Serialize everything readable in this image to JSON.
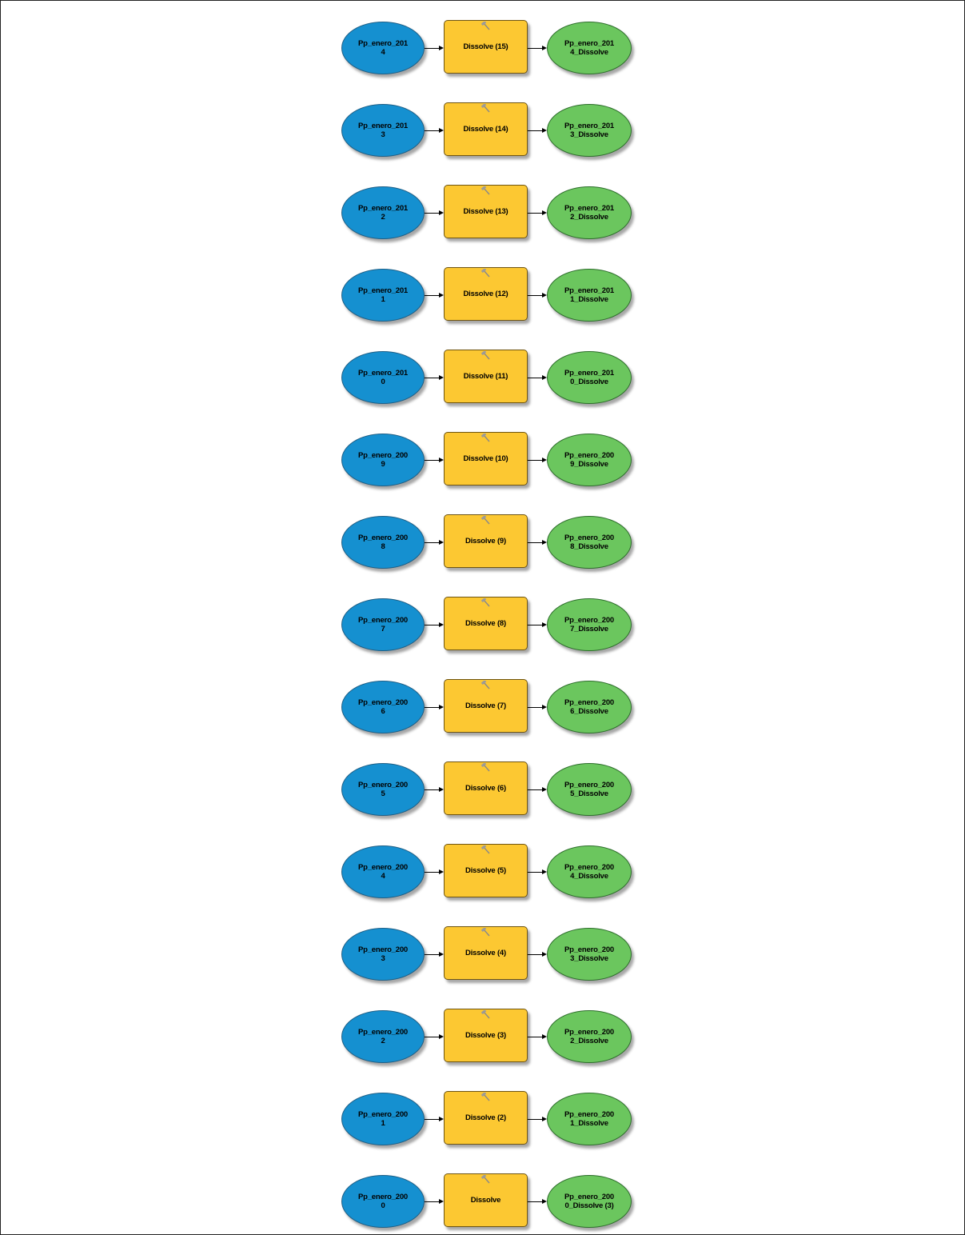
{
  "colors": {
    "input_fill": "#1590d0",
    "tool_fill": "#fcc832",
    "output_fill": "#6bc65e"
  },
  "icons": {
    "tool_icon": "hammer-icon"
  },
  "rows": [
    {
      "input": "Pp_enero_201\n4",
      "tool": "Dissolve (15)",
      "output": "Pp_enero_201\n4_Dissolve"
    },
    {
      "input": "Pp_enero_201\n3",
      "tool": "Dissolve (14)",
      "output": "Pp_enero_201\n3_Dissolve"
    },
    {
      "input": "Pp_enero_201\n2",
      "tool": "Dissolve (13)",
      "output": "Pp_enero_201\n2_Dissolve"
    },
    {
      "input": "Pp_enero_201\n1",
      "tool": "Dissolve (12)",
      "output": "Pp_enero_201\n1_Dissolve"
    },
    {
      "input": "Pp_enero_201\n0",
      "tool": "Dissolve (11)",
      "output": "Pp_enero_201\n0_Dissolve"
    },
    {
      "input": "Pp_enero_200\n9",
      "tool": "Dissolve (10)",
      "output": "Pp_enero_200\n9_Dissolve"
    },
    {
      "input": "Pp_enero_200\n8",
      "tool": "Dissolve (9)",
      "output": "Pp_enero_200\n8_Dissolve"
    },
    {
      "input": "Pp_enero_200\n7",
      "tool": "Dissolve (8)",
      "output": "Pp_enero_200\n7_Dissolve"
    },
    {
      "input": "Pp_enero_200\n6",
      "tool": "Dissolve (7)",
      "output": "Pp_enero_200\n6_Dissolve"
    },
    {
      "input": "Pp_enero_200\n5",
      "tool": "Dissolve (6)",
      "output": "Pp_enero_200\n5_Dissolve"
    },
    {
      "input": "Pp_enero_200\n4",
      "tool": "Dissolve (5)",
      "output": "Pp_enero_200\n4_Dissolve"
    },
    {
      "input": "Pp_enero_200\n3",
      "tool": "Dissolve (4)",
      "output": "Pp_enero_200\n3_Dissolve"
    },
    {
      "input": "Pp_enero_200\n2",
      "tool": "Dissolve (3)",
      "output": "Pp_enero_200\n2_Dissolve"
    },
    {
      "input": "Pp_enero_200\n1",
      "tool": "Dissolve (2)",
      "output": "Pp_enero_200\n1_Dissolve"
    },
    {
      "input": "Pp_enero_200\n0",
      "tool": "Dissolve",
      "output": "Pp_enero_200\n0_Dissolve (3)"
    }
  ]
}
